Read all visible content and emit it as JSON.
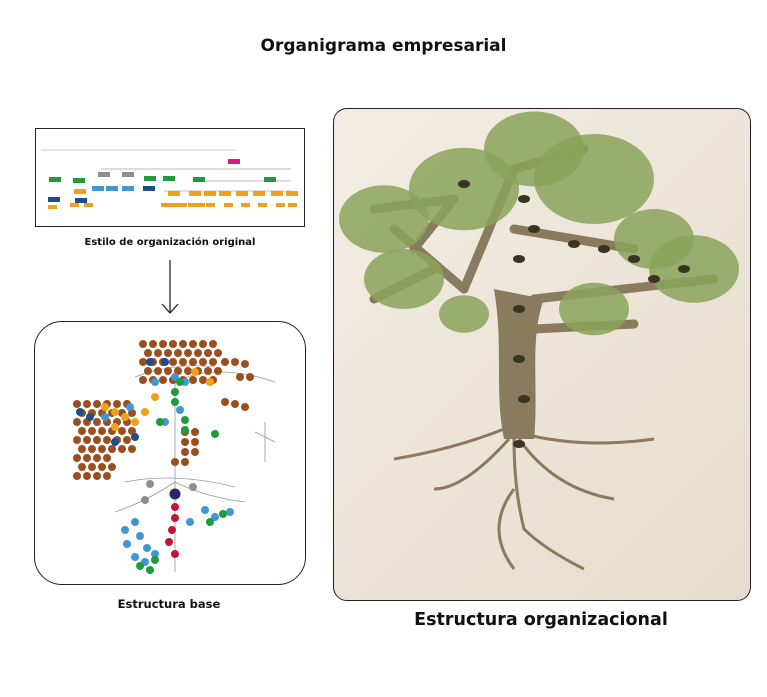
{
  "title": "Organigrama empresarial",
  "original_caption": "Estilo de organización original",
  "base_caption": "Estructura base",
  "tree_caption": "Estructura organizacional",
  "colors": {
    "brown": "#9a4f1f",
    "orange": "#f0a11c",
    "light_blue": "#3f97d3",
    "dark_blue": "#1e4f8a",
    "green": "#1f9a3c",
    "red": "#c0163c",
    "gray": "#8a8f96",
    "pink": "#e0177a"
  }
}
